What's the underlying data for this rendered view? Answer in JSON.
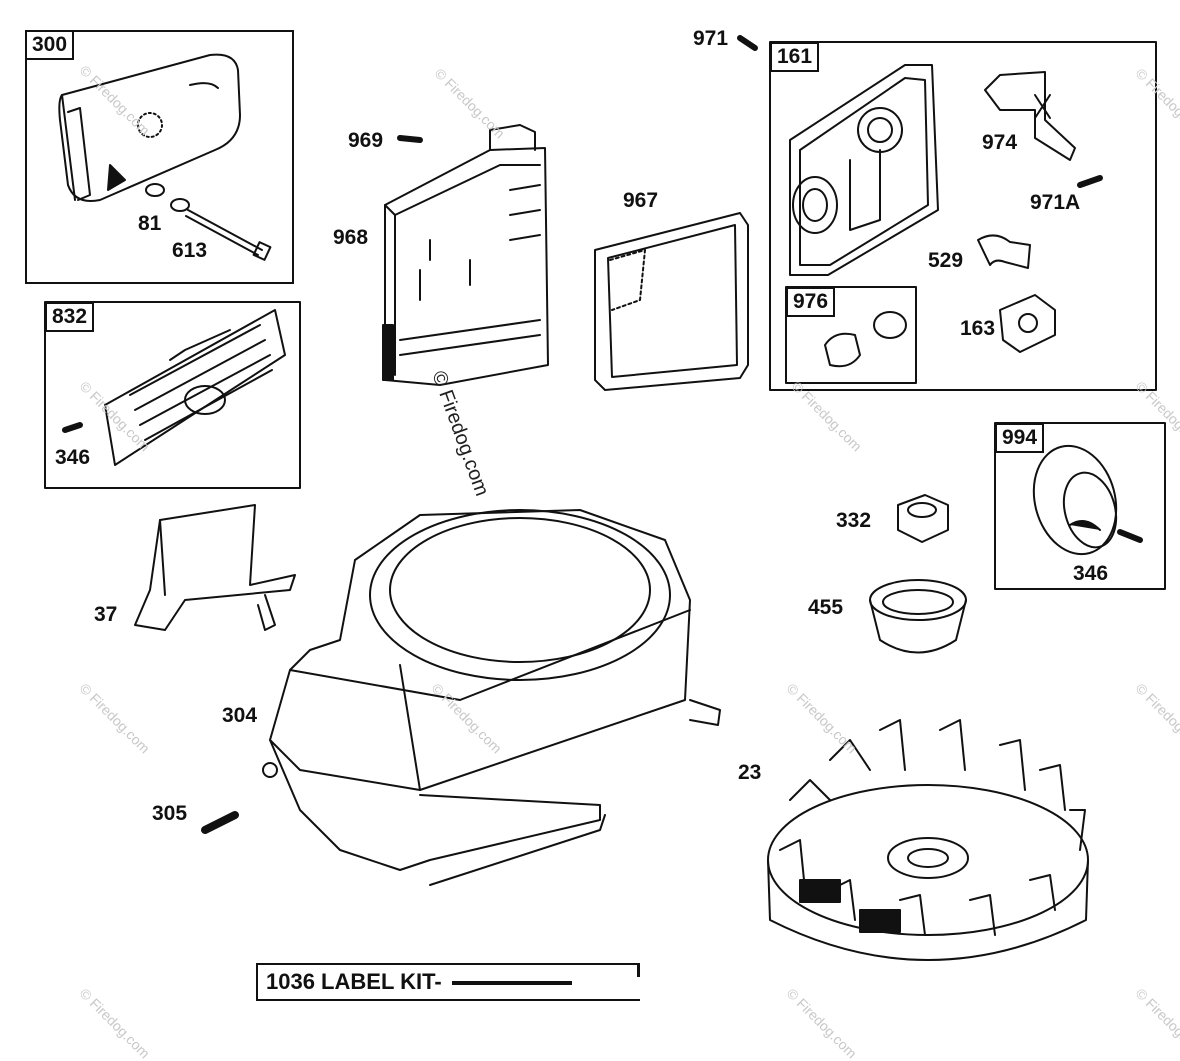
{
  "diagram": {
    "parts": {
      "p300": "300",
      "p81": "81",
      "p613": "613",
      "p969": "969",
      "p968": "968",
      "p967": "967",
      "p971": "971",
      "p161": "161",
      "p974": "974",
      "p971a": "971A",
      "p529": "529",
      "p976": "976",
      "p163": "163",
      "p832": "832",
      "p346a": "346",
      "p994": "994",
      "p332": "332",
      "p346b": "346",
      "p455": "455",
      "p37": "37",
      "p304": "304",
      "p305": "305",
      "p23": "23"
    },
    "kit_label": "1036 LABEL KIT-",
    "watermark_main": "© Firedog.com",
    "watermark_small": "© Firedog.com"
  },
  "colors": {
    "line": "#111111",
    "watermark": "#c8c8c8"
  },
  "icons": [
    "muffler-icon",
    "air-filter-base-icon",
    "air-filter-element-icon",
    "carburetor-body-icon",
    "muffler-guard-icon",
    "blower-housing-icon",
    "flywheel-icon",
    "nut-icon",
    "cup-icon",
    "screen-icon"
  ]
}
